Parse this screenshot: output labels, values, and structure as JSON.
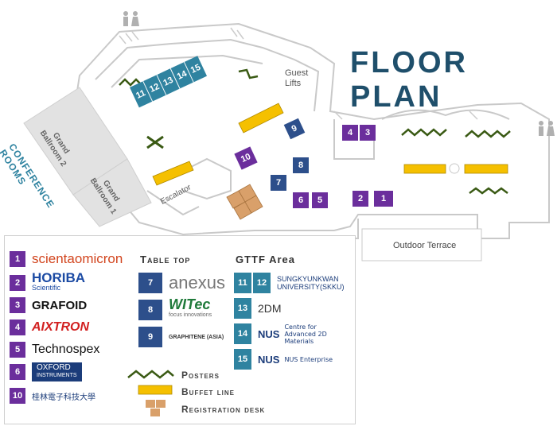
{
  "title": "FLOOR PLAN",
  "areas": {
    "guest_lifts": "Guest\nLifts",
    "grand_ballroom_2": "Grand\nBallroom 2",
    "grand_ballroom_1": "Grand\nBallroom 1",
    "conference_rooms": "Conference Rooms",
    "escalator": "Escalator",
    "outdoor_terrace": "Outdoor Terrace"
  },
  "booth_numbers": {
    "b1": "1",
    "b2": "2",
    "b3": "3",
    "b4": "4",
    "b5": "5",
    "b6": "6",
    "b7": "7",
    "b8": "8",
    "b9": "9",
    "b10": "10",
    "b11": "11",
    "b12": "12",
    "b13": "13",
    "b14": "14",
    "b15": "15"
  },
  "legend": {
    "exhibitors": [
      {
        "num": "1",
        "name": "scientaomicron"
      },
      {
        "num": "2",
        "name": "HORIBA",
        "sub": "Scientific"
      },
      {
        "num": "3",
        "name": "GRAFOID"
      },
      {
        "num": "4",
        "name": "AIXTRON"
      },
      {
        "num": "5",
        "name": "Technospex"
      },
      {
        "num": "6",
        "name": "OXFORD",
        "sub": "INSTRUMENTS"
      },
      {
        "num": "10",
        "name": "桂林電子科技大學"
      }
    ],
    "table_top_title": "Table top",
    "table_top": [
      {
        "num": "7",
        "name": "anexus"
      },
      {
        "num": "8",
        "name": "WITec",
        "sub": "focus innovations"
      },
      {
        "num": "9",
        "name": "GRAPHITENE (ASIA)"
      }
    ],
    "gttf_title": "GTTF Area",
    "gttf": [
      {
        "num": "11",
        "num2": "12",
        "name": "SUNGKYUNKWAN",
        "sub": "UNIVERSITY(SKKU)"
      },
      {
        "num": "13",
        "name": "2DM"
      },
      {
        "num": "14",
        "name": "NUS",
        "sub": "Centre for Advanced 2D Materials"
      },
      {
        "num": "15",
        "name": "NUS",
        "sub": "NUS Enterprise"
      }
    ],
    "key_posters": "Posters",
    "key_buffet": "Buffet line",
    "key_registration": "Registration desk"
  },
  "colors": {
    "purple": "#6b2e9c",
    "blue": "#2d4f8b",
    "teal": "#2f83a0",
    "buffet": "#f5c000",
    "registration": "#d9a06a",
    "posters": "#3a5a14",
    "title": "#1f4f6b"
  },
  "icons": [
    "restroom-icon"
  ]
}
